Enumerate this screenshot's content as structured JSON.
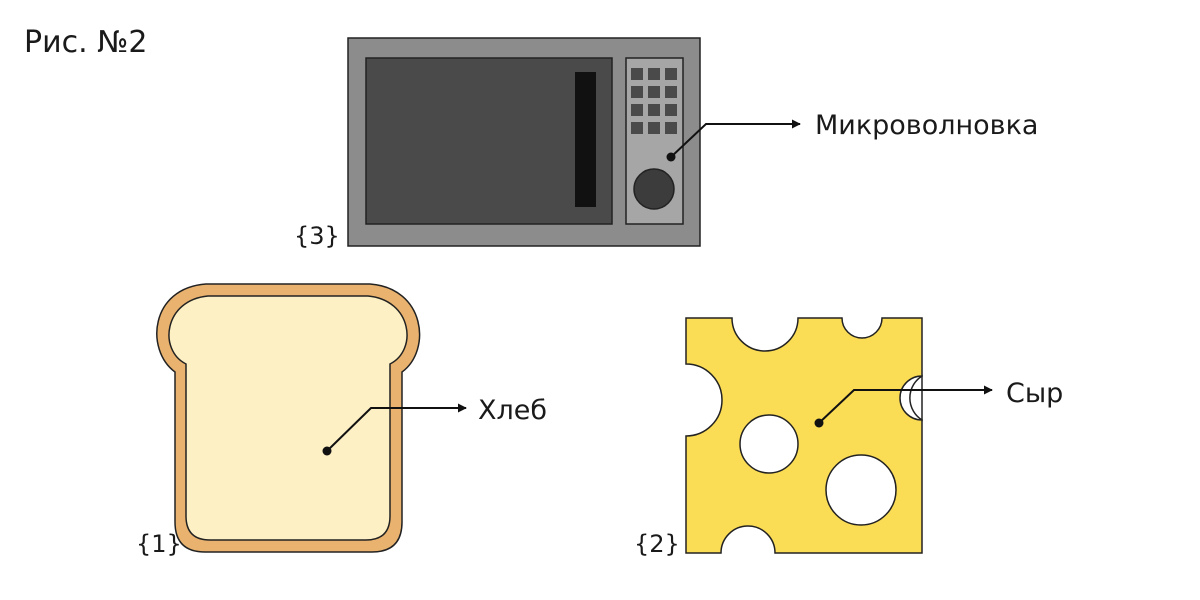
{
  "figure": {
    "title": "Рис. №2"
  },
  "objects": {
    "microwave": {
      "label": "Микроволновка",
      "number": "{3}",
      "colors": {
        "body": "#8c8c8c",
        "window": "#4a4a4a",
        "panel": "#a6a6a6",
        "buttons": "#4a4a4a",
        "knob": "#3c3c3c",
        "outline": "#222222"
      }
    },
    "bread": {
      "label": "Хлеб",
      "number": "{1}",
      "colors": {
        "crust": "#e9b36f",
        "crumb": "#fdf0c4",
        "outline": "#222222"
      }
    },
    "cheese": {
      "label": "Сыр",
      "number": "{2}",
      "colors": {
        "body": "#fbdc55",
        "hole": "#ffffff",
        "outline": "#222222"
      }
    }
  }
}
